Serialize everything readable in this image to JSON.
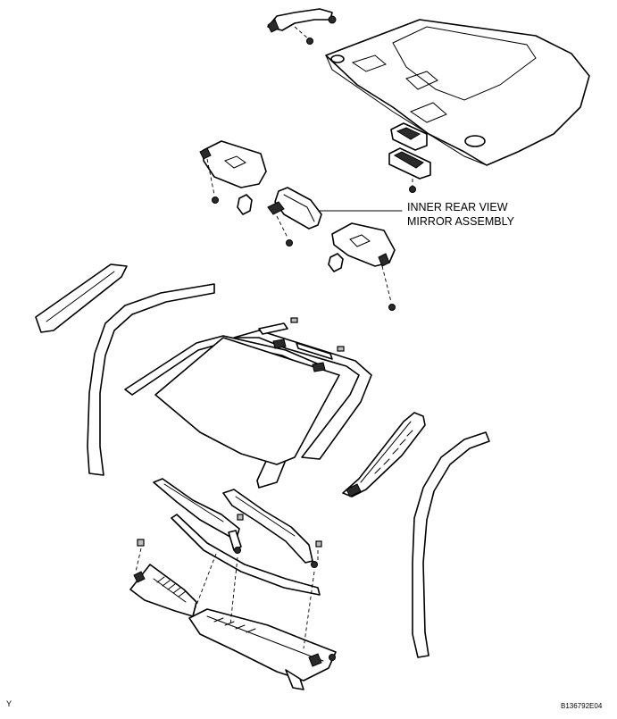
{
  "callout": {
    "line1": "INNER REAR VIEW",
    "line2": "MIRROR ASSEMBLY"
  },
  "corner_mark": "Y",
  "figure_id": "B136792E04"
}
